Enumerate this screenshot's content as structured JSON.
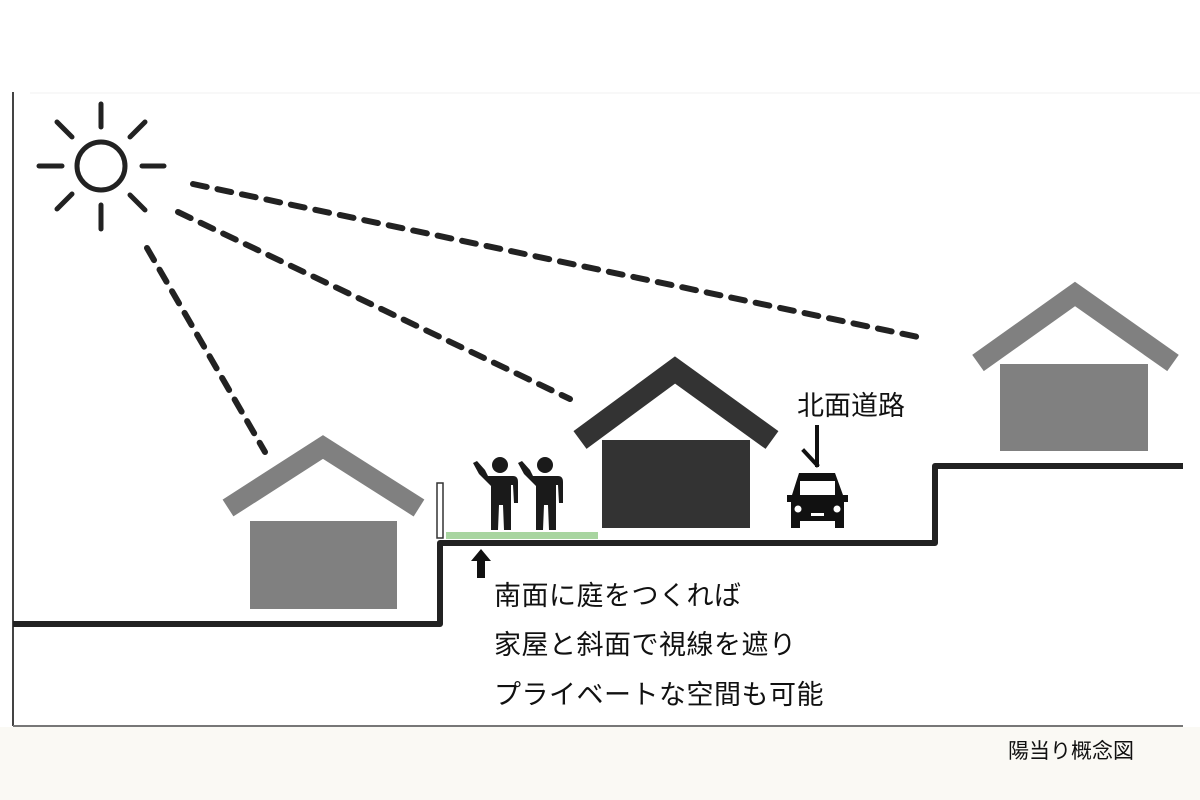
{
  "diagram": {
    "title": "陽当り概念図",
    "road_label": "北面道路",
    "caption_lines": [
      "南面に庭をつくれば",
      "家屋と斜面で視線を遮り",
      "プライベートな空間も可能"
    ],
    "icons": {
      "sun": "sun-icon",
      "people": "people-icon",
      "car": "car-icon",
      "arrow_up": "arrow-up-icon",
      "pointer": "pointer-arrow-icon"
    },
    "colors": {
      "line": "#222222",
      "house_gray": "#808080",
      "house_dark": "#333333",
      "garden": "#a8d5a0",
      "footer_bg": "#faf9f4"
    }
  }
}
